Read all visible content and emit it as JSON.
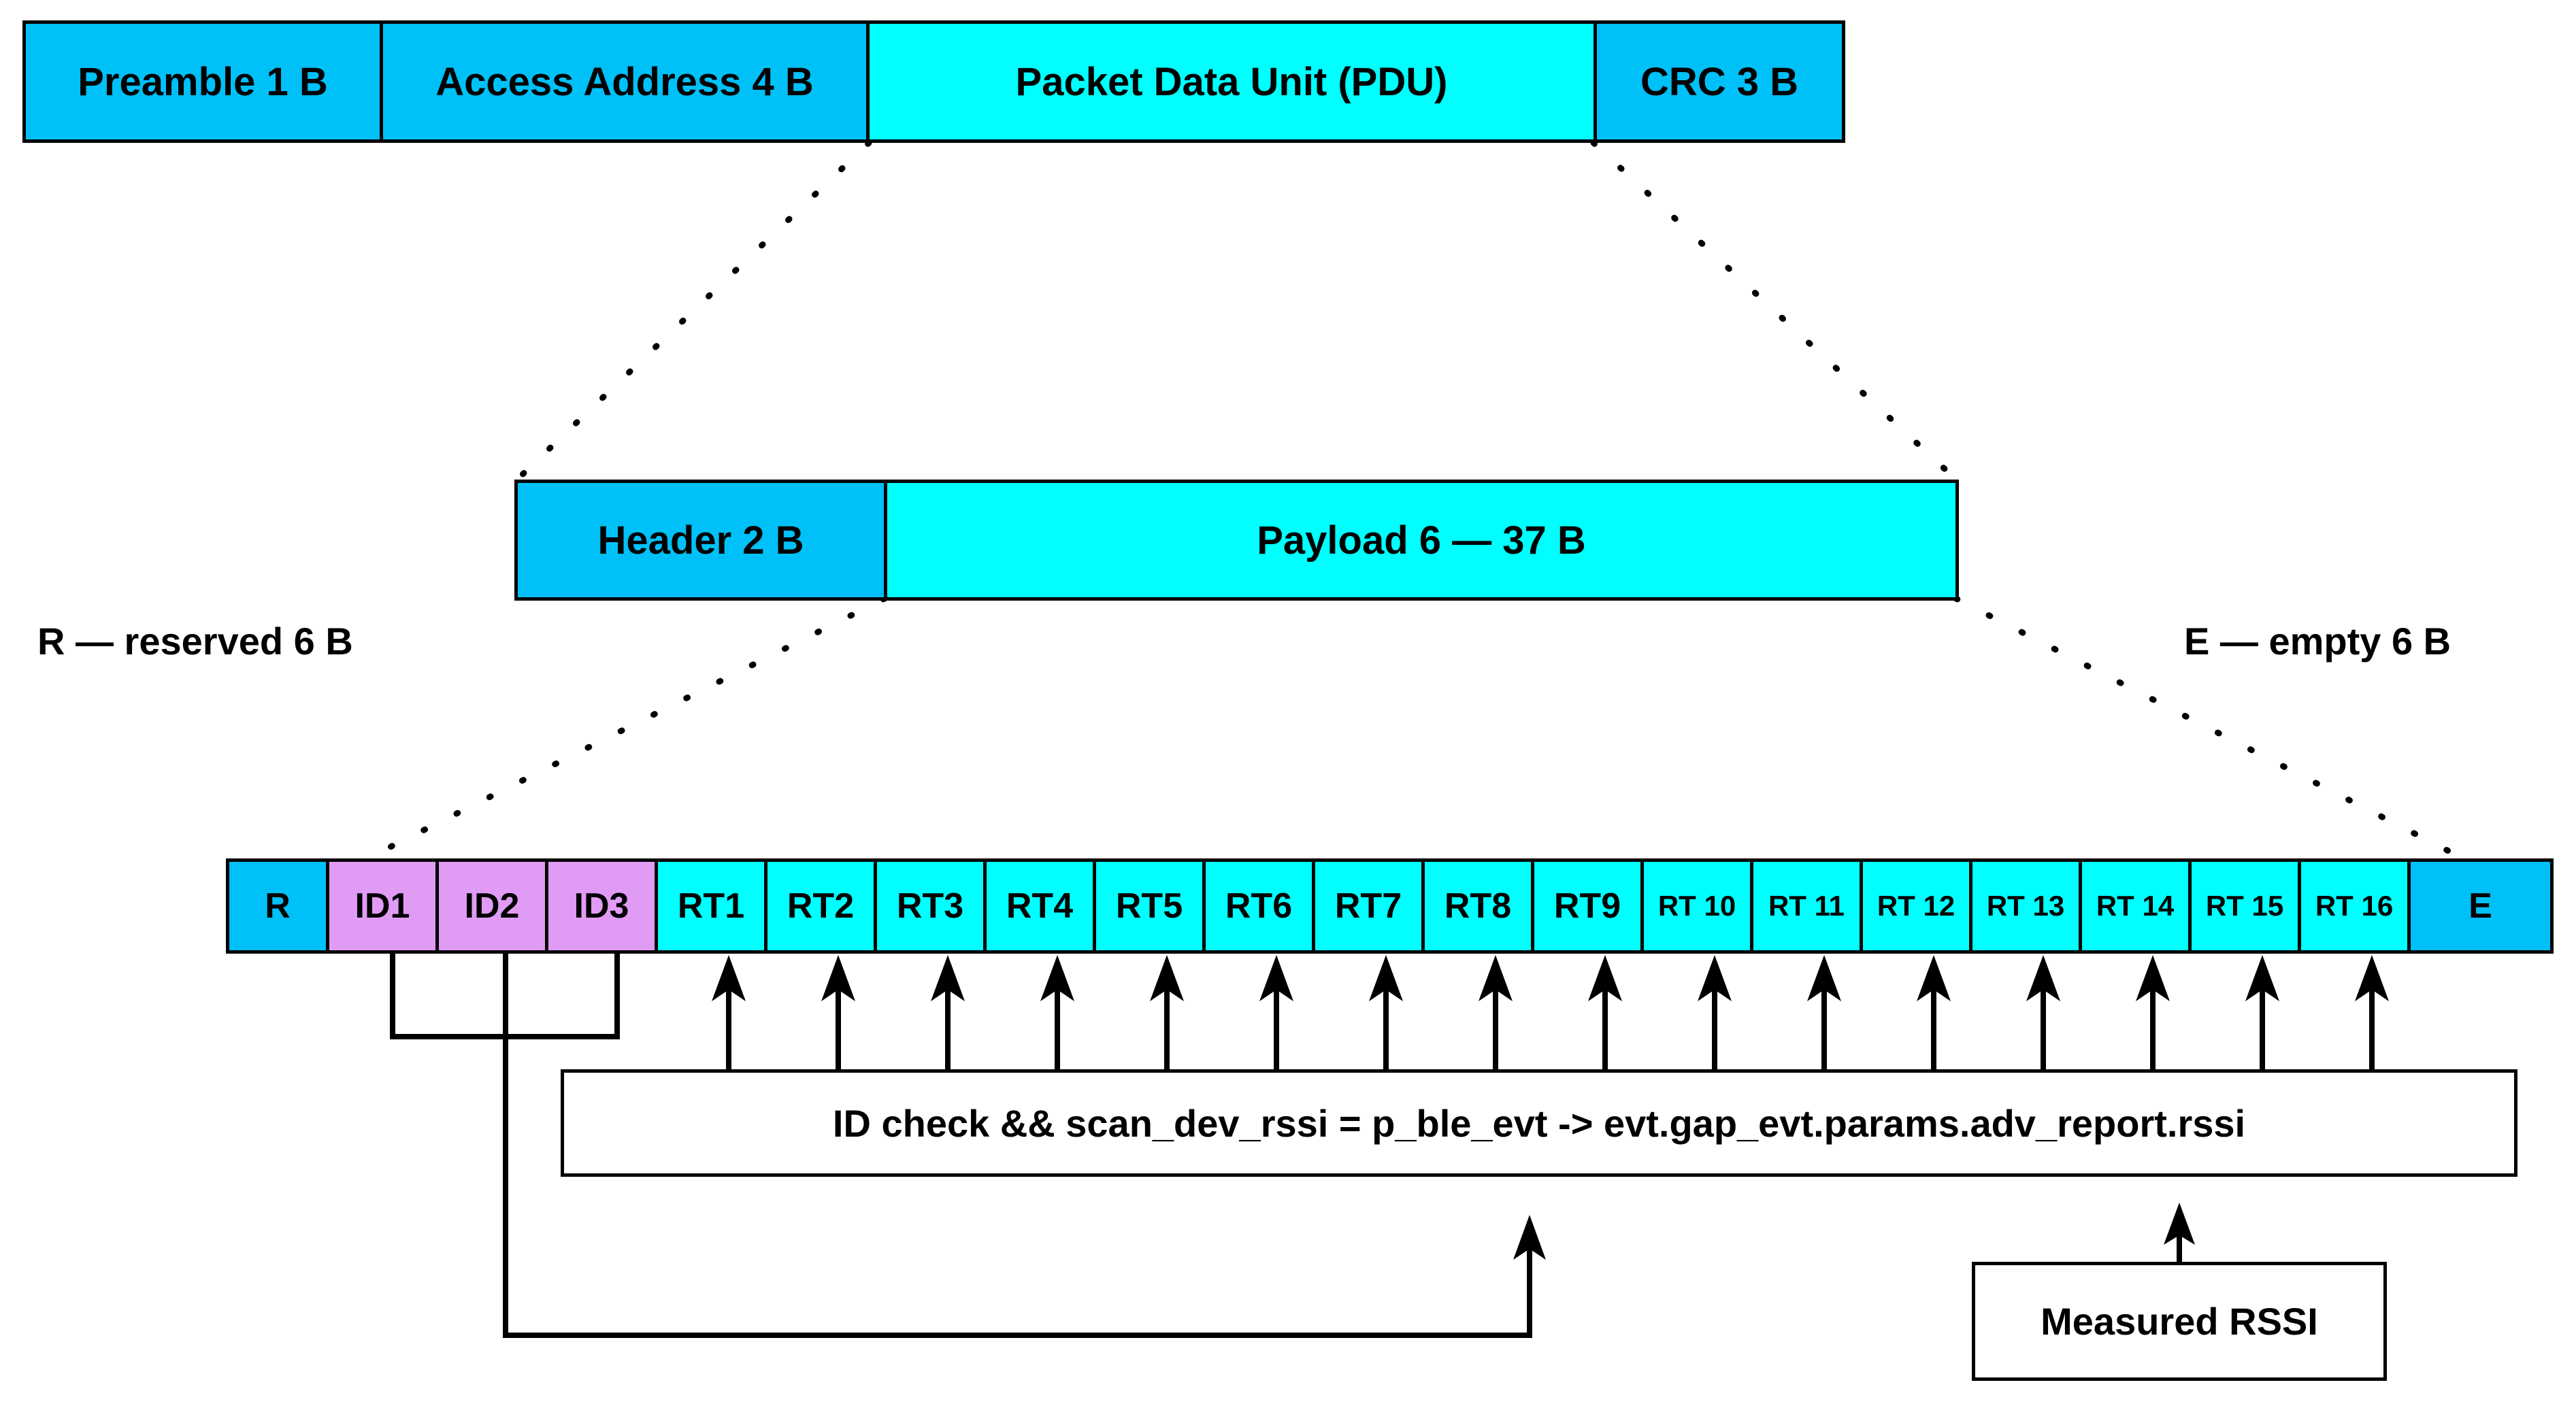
{
  "diagram": {
    "title": "BLE packet structure with RSSI ranging table",
    "colors": {
      "blue": "#00c0f8",
      "cyan": "#00ffff",
      "violet": "#e09cf5",
      "outline": "#000000",
      "background": "#ffffff"
    }
  },
  "link_row": {
    "name": "ble-link-layer-packet",
    "segments": [
      {
        "label": "Preamble 1 B",
        "color": "blue"
      },
      {
        "label": "Access Address 4 B",
        "color": "blue"
      },
      {
        "label": "Packet Data Unit (PDU)",
        "color": "cyan"
      },
      {
        "label": "CRC 3 B",
        "color": "blue"
      }
    ]
  },
  "pdu_row": {
    "name": "pdu-breakdown",
    "segments": [
      {
        "label": "Header 2 B",
        "color": "blue"
      },
      {
        "label": "Payload 6 — 37 B",
        "color": "cyan"
      }
    ]
  },
  "legend": {
    "reserved": "R — reserved 6 B",
    "empty": "E — empty 6 B"
  },
  "payload_row": {
    "name": "payload-breakdown",
    "segments": [
      {
        "label": "R",
        "color": "blue",
        "small": false
      },
      {
        "label": "ID1",
        "color": "violet",
        "small": false
      },
      {
        "label": "ID2",
        "color": "violet",
        "small": false
      },
      {
        "label": "ID3",
        "color": "violet",
        "small": false
      },
      {
        "label": "RT1",
        "color": "cyan",
        "small": false
      },
      {
        "label": "RT2",
        "color": "cyan",
        "small": false
      },
      {
        "label": "RT3",
        "color": "cyan",
        "small": false
      },
      {
        "label": "RT4",
        "color": "cyan",
        "small": false
      },
      {
        "label": "RT5",
        "color": "cyan",
        "small": false
      },
      {
        "label": "RT6",
        "color": "cyan",
        "small": false
      },
      {
        "label": "RT7",
        "color": "cyan",
        "small": false
      },
      {
        "label": "RT8",
        "color": "cyan",
        "small": false
      },
      {
        "label": "RT9",
        "color": "cyan",
        "small": false
      },
      {
        "label": "RT 10",
        "color": "cyan",
        "small": true
      },
      {
        "label": "RT 11",
        "color": "cyan",
        "small": true
      },
      {
        "label": "RT 12",
        "color": "cyan",
        "small": true
      },
      {
        "label": "RT 13",
        "color": "cyan",
        "small": true
      },
      {
        "label": "RT 14",
        "color": "cyan",
        "small": true
      },
      {
        "label": "RT 15",
        "color": "cyan",
        "small": true
      },
      {
        "label": "RT 16",
        "color": "cyan",
        "small": true
      },
      {
        "label": "E",
        "color": "blue",
        "small": false
      }
    ]
  },
  "annotations": {
    "expression": "ID check && scan_dev_rssi  =  p_ble_evt -> evt.gap_evt.params.adv_report.rssi",
    "measured_rssi": "Measured RSSI"
  }
}
